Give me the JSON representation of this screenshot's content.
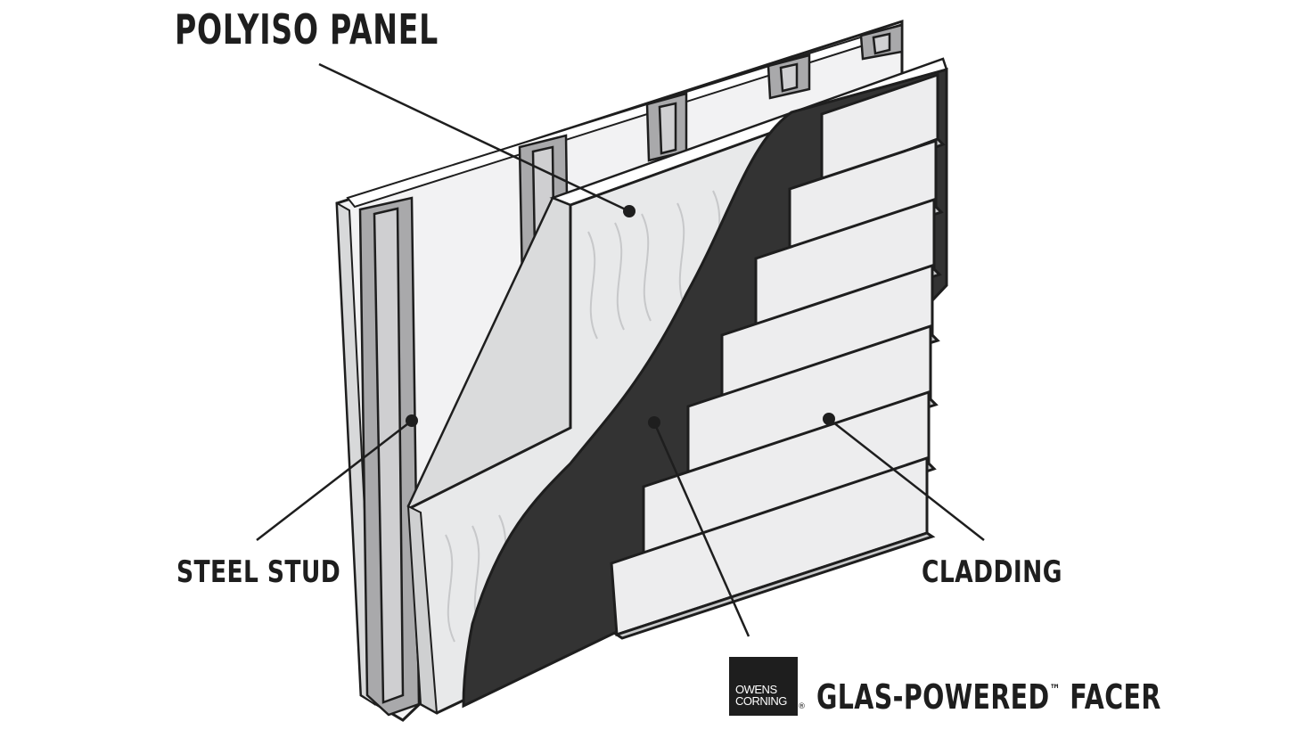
{
  "title": "POLYISO PANEL",
  "labels": {
    "steel_stud": "STEEL STUD",
    "cladding": "CLADDING",
    "facer_main": "GLAS-POWERED",
    "facer_tm": "™",
    "facer_tail": " FACER"
  },
  "logo": {
    "line1": "OWENS",
    "line2": "CORNING",
    "registered": "®"
  },
  "colors": {
    "outline": "#1e1e1e",
    "stud_gray": "#a6a6a8",
    "panel_light": "#e9eaeb",
    "facer_dark": "#333333",
    "cladding": "#ededee"
  }
}
